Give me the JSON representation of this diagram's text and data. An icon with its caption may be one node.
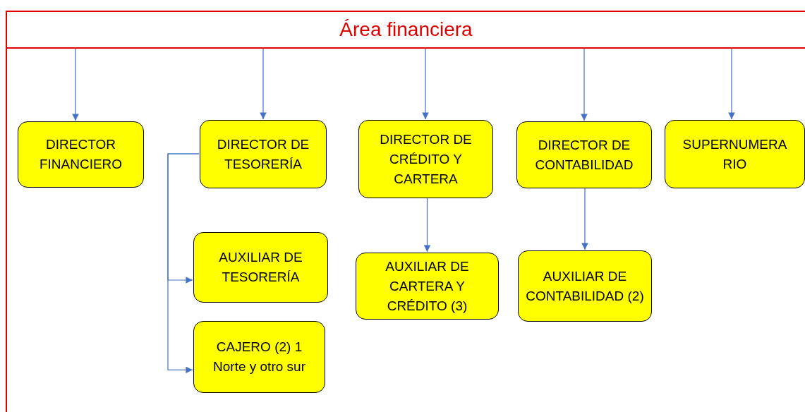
{
  "diagram": {
    "nodes": [
      {
        "text": [
          "Área financiera"
        ]
      },
      {
        "text": [
          "DIRECTOR FINANCIERO"
        ]
      },
      {
        "text": [
          "DIRECTOR DE TESORERÍA"
        ]
      },
      {
        "text": [
          "DIRECTOR DE CRÉDITO Y CARTERA"
        ]
      },
      {
        "text": [
          "DIRECTOR DE CONTABILIDAD"
        ]
      },
      {
        "text": [
          "SUPERNUMERA RIO"
        ]
      },
      {
        "text": [
          "AUXILIAR DE TESORERÍA"
        ]
      },
      {
        "text": [
          "AUXILIAR DE CARTERA Y CRÉDITO (3)"
        ]
      },
      {
        "text": [
          "AUXILIAR DE CONTABILIDAD (2)"
        ]
      },
      {
        "text": [
          "CAJERO (2) 1 Norte y otro sur"
        ]
      }
    ],
    "edges": [
      {
        "from": 0,
        "to": 1,
        "arrow": "to"
      },
      {
        "from": 0,
        "to": 2,
        "arrow": "to"
      },
      {
        "from": 0,
        "to": 3,
        "arrow": "to"
      },
      {
        "from": 0,
        "to": 4,
        "arrow": "to"
      },
      {
        "from": 0,
        "to": 5,
        "arrow": "to"
      },
      {
        "from": 2,
        "to": 6,
        "arrow": "to"
      },
      {
        "from": 2,
        "to": 9,
        "arrow": "to"
      },
      {
        "from": 3,
        "to": 7,
        "arrow": "to"
      },
      {
        "from": 4,
        "to": 8,
        "arrow": "to"
      }
    ]
  }
}
